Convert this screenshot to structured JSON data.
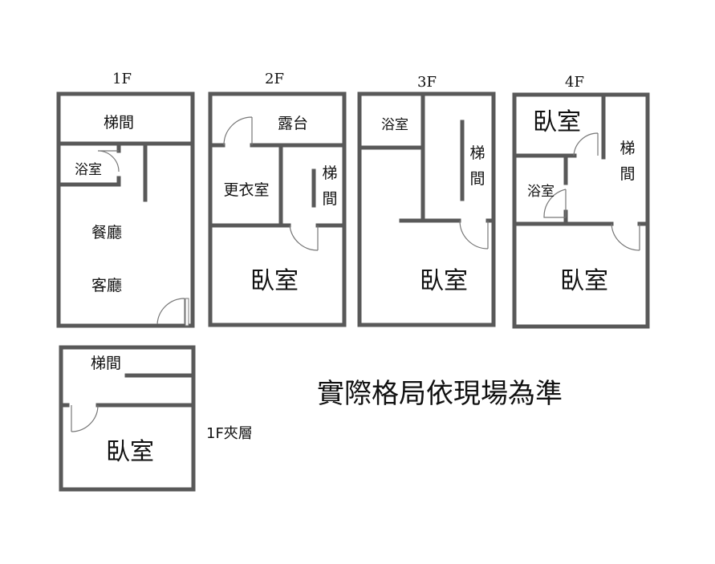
{
  "floors": {
    "f1": {
      "label": "1F",
      "rooms": {
        "stairs": "梯間",
        "bath": "浴室",
        "dining": "餐廳",
        "living": "客廳"
      }
    },
    "f2": {
      "label": "2F",
      "rooms": {
        "terrace": "露台",
        "closet": "更衣室",
        "stairs_1": "梯",
        "stairs_2": "間",
        "bedroom": "臥室"
      }
    },
    "f3": {
      "label": "3F",
      "rooms": {
        "bath": "浴室",
        "stairs_1": "梯",
        "stairs_2": "間",
        "bedroom": "臥室"
      }
    },
    "f4": {
      "label": "4F",
      "rooms": {
        "bedroom_top": "臥室",
        "stairs_1": "梯",
        "stairs_2": "間",
        "bath": "浴室",
        "bedroom": "臥室"
      }
    },
    "mezz": {
      "label": "1F夾層",
      "rooms": {
        "stairs": "梯間",
        "bedroom": "臥室"
      }
    }
  },
  "note": "實際格局依現場為準"
}
